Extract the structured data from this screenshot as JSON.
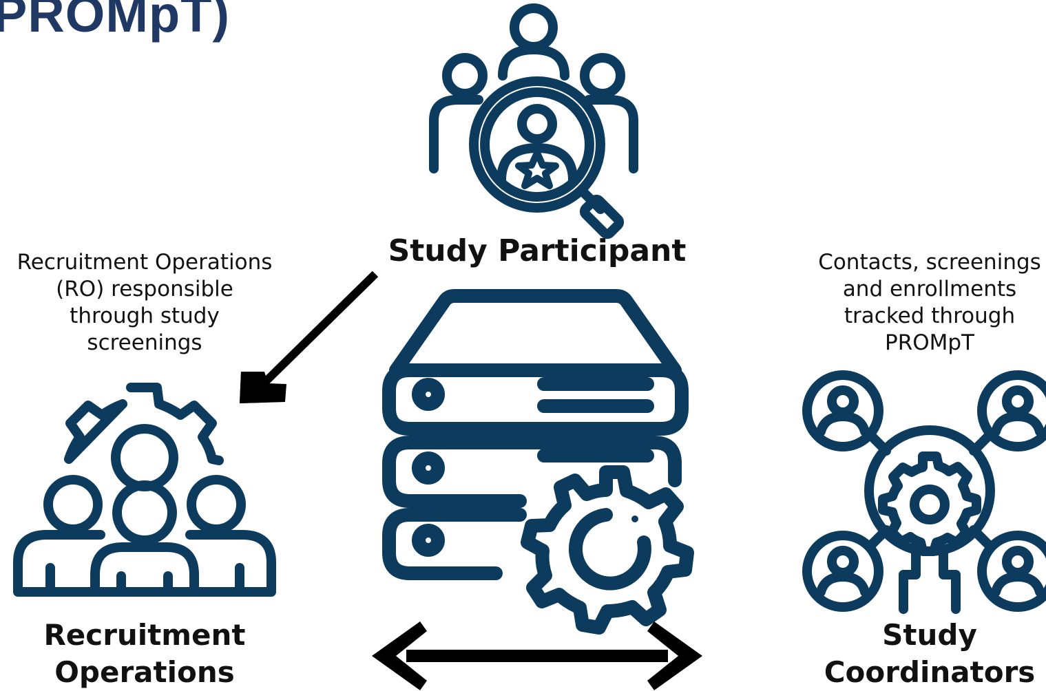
{
  "title_fragment": "PROMpT)",
  "nodes": {
    "participant": {
      "label": "Study Participant"
    },
    "recruitment_operations": {
      "label": "Recruitment\nOperations"
    },
    "study_coordinators": {
      "label": "Study\nCoordinators"
    }
  },
  "notes": {
    "ro": "Recruitment Operations\n(RO) responsible\nthrough study\nscreenings",
    "coordinators": "Contacts, screenings\nand enrollments\ntracked through\nPROMpT"
  },
  "colors": {
    "icon": "#0d3b5e",
    "title": "#1f3864",
    "arrow": "#000000"
  },
  "icons": [
    "people-search-icon",
    "server-gear-icon",
    "team-gear-icon",
    "network-people-icon",
    "diagonal-arrow-icon",
    "double-arrow-icon"
  ]
}
